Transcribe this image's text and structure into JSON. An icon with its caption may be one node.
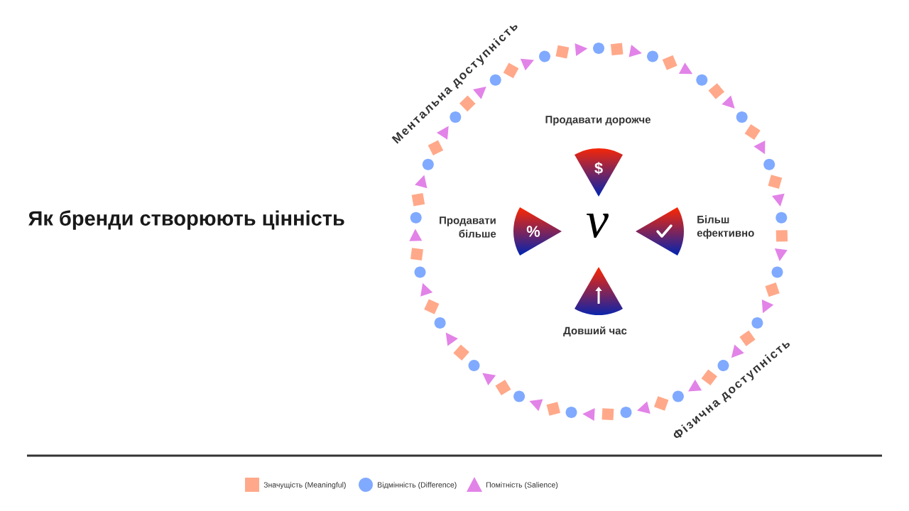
{
  "diagram": {
    "title": "Як бренди створюють цінність",
    "nodes": [
      {
        "text": [
          "$"
        ],
        "beside": [
          "Продавати дорожче"
        ]
      },
      {
        "text": [
          "%"
        ],
        "beside": [
          "Продавати більше"
        ]
      },
      {
        "text": [],
        "shape": "picture",
        "beside": [
          "Більш ефективно"
        ]
      },
      {
        "text": [],
        "shape": "picture",
        "beside": [
          "Довший час"
        ]
      }
    ],
    "labels": [
      "Ментальна доступність",
      "ν",
      "Фізична доступність"
    ],
    "legend": [
      {
        "text": "Значущість (Meaningful)",
        "color": "#ffa98a"
      },
      {
        "text": "Відмінність (Difference)",
        "color": "#80aaff"
      },
      {
        "text": "Помітність (Salience)",
        "color": "#e283e8"
      }
    ]
  }
}
